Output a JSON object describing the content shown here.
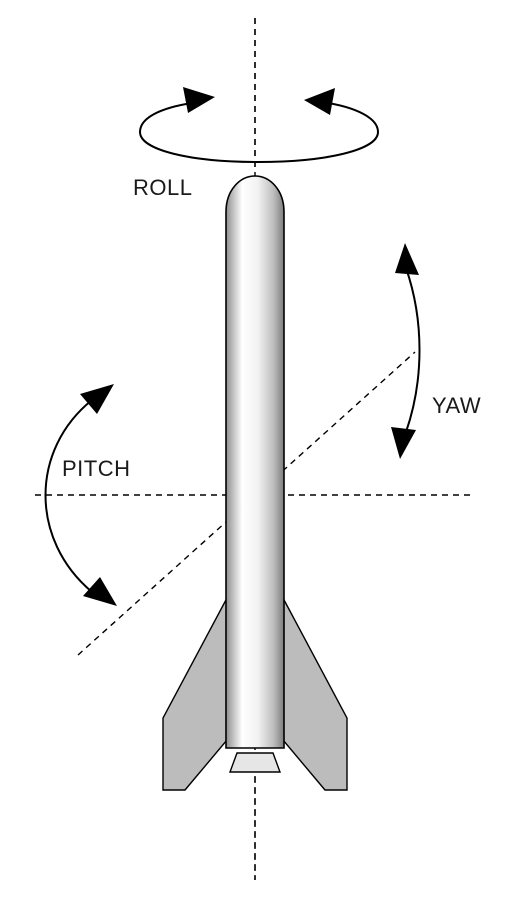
{
  "labels": {
    "roll": "ROLL",
    "yaw": "YAW",
    "pitch": "PITCH"
  },
  "colors": {
    "fin_fill": "#bcbcbc",
    "body_shading": [
      "#9a9a9a",
      "#ffffff",
      "#d9d9d9",
      "#8a8a8a"
    ],
    "line": "#000000"
  }
}
